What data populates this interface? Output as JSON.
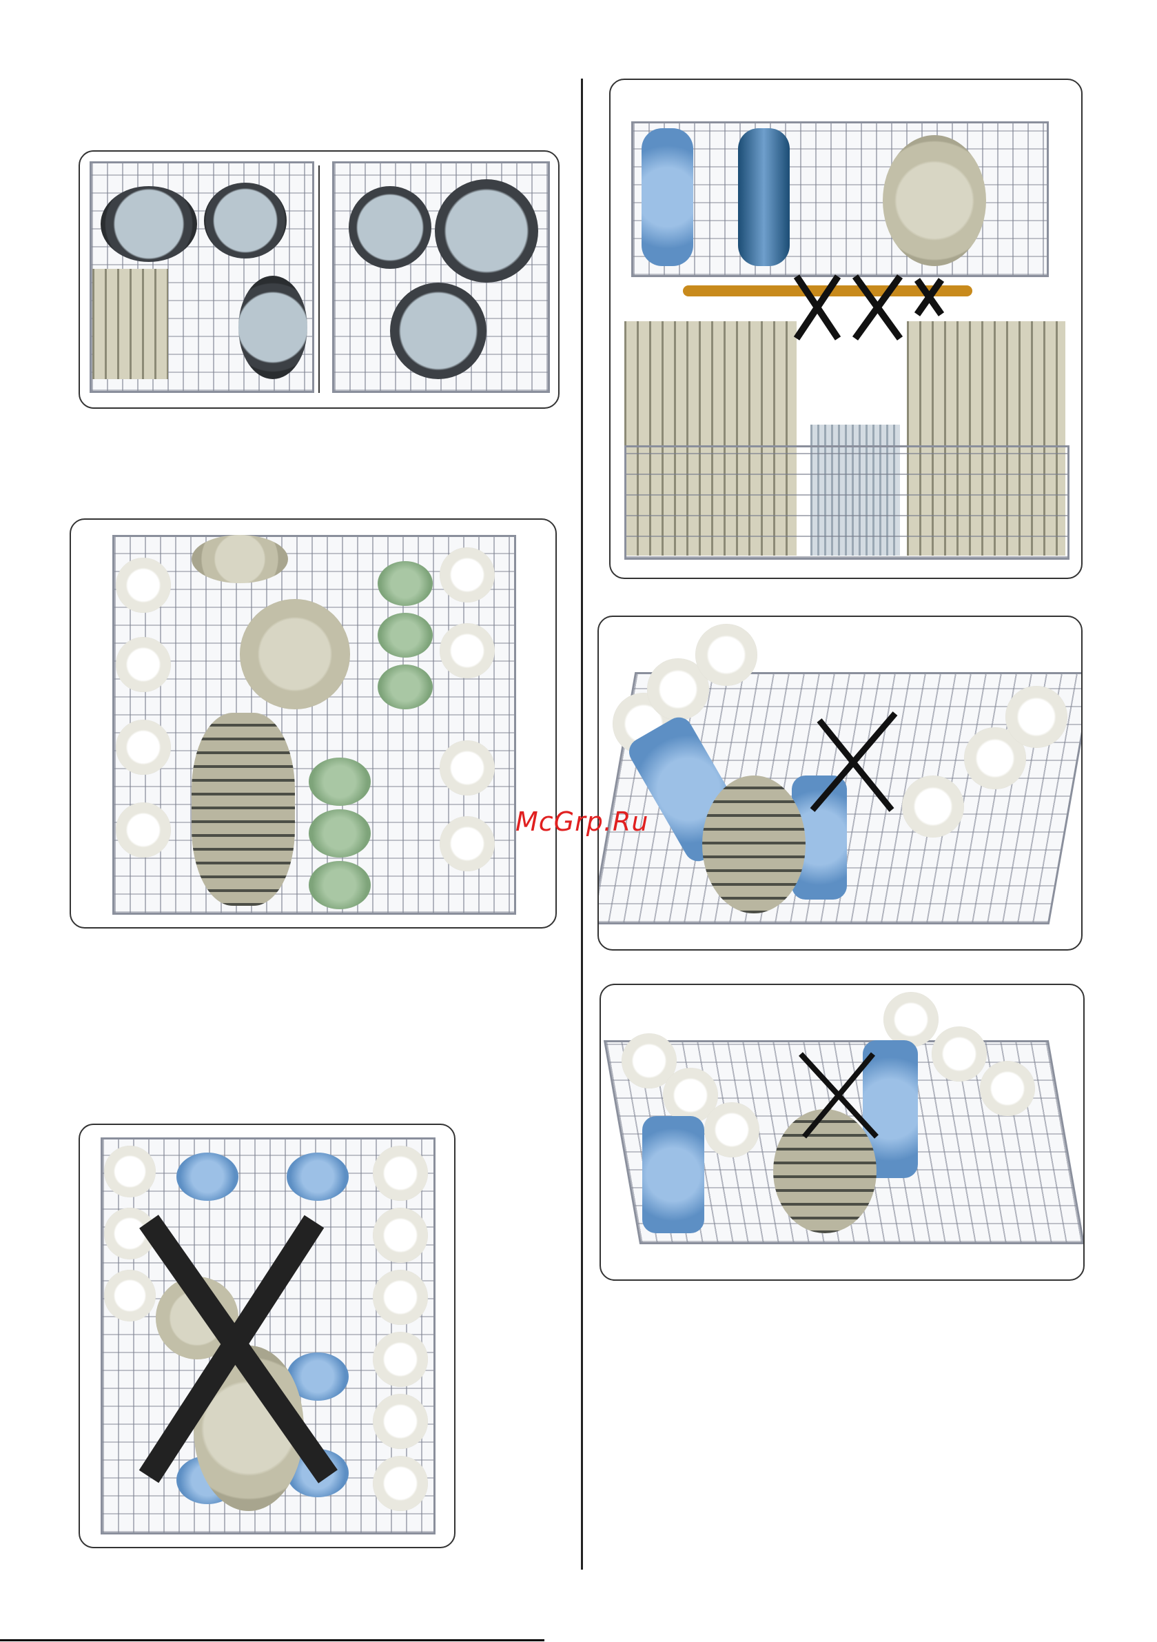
{
  "watermark": "McGrp.Ru",
  "colors": {
    "watermark": "#e02020",
    "frame": "#333333"
  },
  "figures": [
    {
      "id": "upper-rack-pans",
      "crossed": false
    },
    {
      "id": "lower-rack-top-view-correct",
      "crossed": false
    },
    {
      "id": "lower-rack-top-view-wrong",
      "crossed": true
    },
    {
      "id": "lower-rack-front-view",
      "crossed": true
    },
    {
      "id": "upper-rack-perspective-1",
      "crossed": true
    },
    {
      "id": "upper-rack-perspective-2",
      "crossed": true
    }
  ]
}
